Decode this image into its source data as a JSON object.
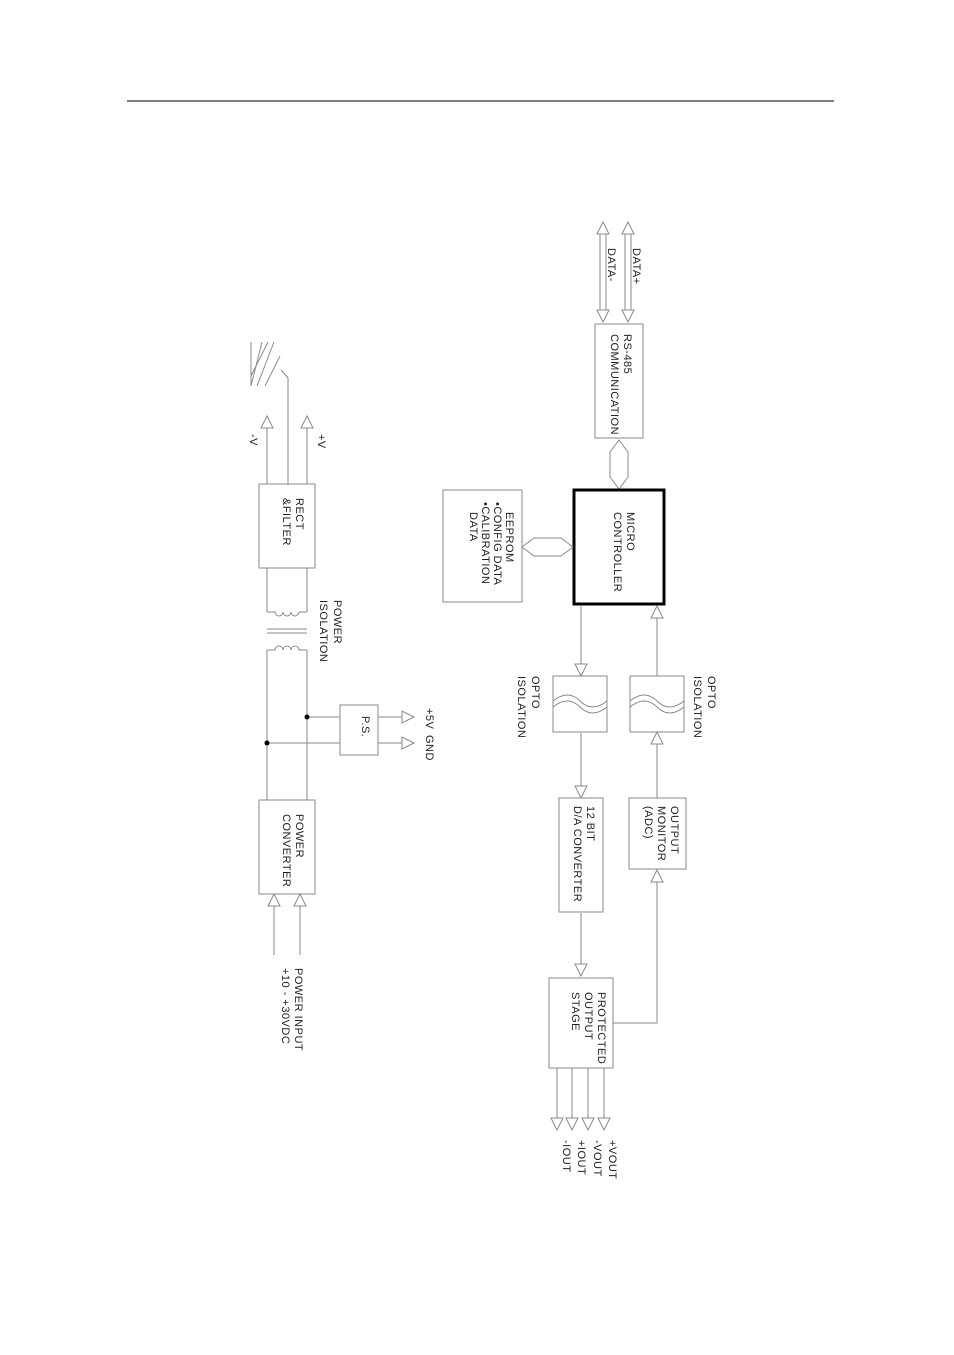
{
  "diagram": {
    "blocks": {
      "rs485": [
        "RS-485",
        "COMMUNICATION"
      ],
      "micro": [
        "MICRO",
        "CONTROLLER"
      ],
      "eeprom": [
        "EEPROM",
        "•CONFIG DATA",
        "•CALIBRATION",
        "DATA"
      ],
      "opto_left": [
        "OPTO",
        "ISOLATION"
      ],
      "opto_right": [
        "OPTO",
        "ISOLATION"
      ],
      "dac": [
        "12 BIT",
        "D/A CONVERTER"
      ],
      "adc": [
        "OUTPUT",
        "MONITOR",
        "(ADC)"
      ],
      "output_stage": [
        "PROTECTED",
        "OUTPUT",
        "STAGE"
      ],
      "rect": [
        "RECT",
        "&FILTER"
      ],
      "power_iso": [
        "POWER",
        "ISOLATION"
      ],
      "ps": [
        "P.S."
      ],
      "power_conv": [
        "POWER",
        "CONVERTER"
      ]
    },
    "signals": {
      "data_minus": "DATA-",
      "data_plus": "DATA+",
      "neg_v": "-V",
      "pos_v": "+V",
      "plus5v": "+5V",
      "gnd": "GND",
      "power_input": [
        "POWER INPUT",
        "+10 - +30VDC"
      ],
      "outputs": [
        "+VOUT",
        "-VOUT",
        "+IOUT",
        "-IOUT"
      ]
    },
    "colors": {
      "line": "#8a8a8a",
      "text": "#222222",
      "micro_border": "#000000"
    }
  }
}
